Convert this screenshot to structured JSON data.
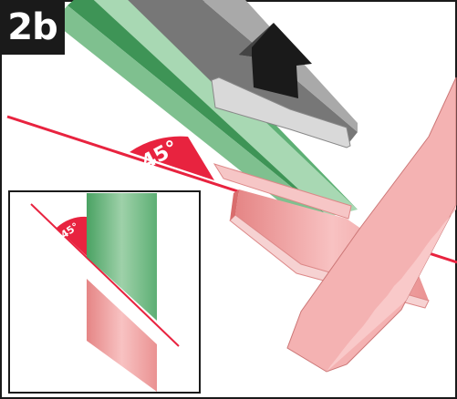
{
  "step": {
    "label": "2b"
  },
  "main_view": {
    "angle_label": "45°"
  },
  "inset_view": {
    "angle_label": "45°"
  },
  "icons": {
    "arrow": "up-arrow-icon",
    "saw": "handsaw-icon"
  },
  "colors": {
    "frame": "#1a1a1a",
    "cut_line": "#e8233f",
    "angle_wedge": "#e8233f",
    "green_piece": "#7fc08f",
    "green_piece_dark": "#3e9456",
    "grey_piece": "#9a9a9a",
    "grey_piece_dark": "#666666",
    "pink_piece": "#f1a6a6",
    "pink_piece_dark": "#d96d6d",
    "saw": "#f4b2b2",
    "arrow": "#1a1a1a"
  }
}
